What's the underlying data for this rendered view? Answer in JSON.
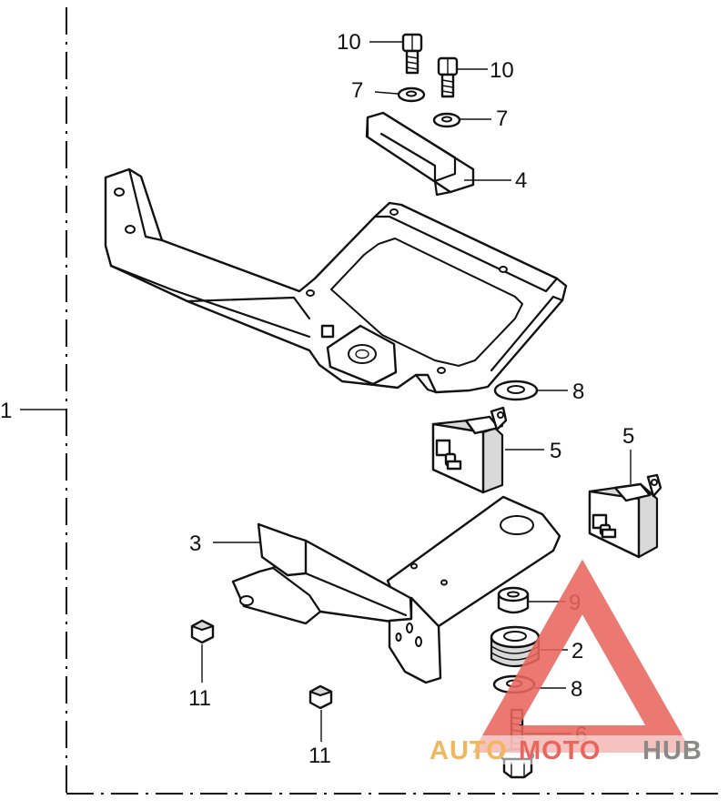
{
  "callouts": {
    "c1": "1",
    "c10a": "10",
    "c10b": "10",
    "c7a": "7",
    "c7b": "7",
    "c4": "4",
    "c8a": "8",
    "c5a": "5",
    "c5b": "5",
    "c3": "3",
    "c9": "9",
    "c2": "2",
    "c8b": "8",
    "c6": "6",
    "c11a": "11",
    "c11b": "11"
  },
  "watermark": {
    "part1": "AUTO",
    "part2": "MOTO",
    "part3": "HUB",
    "color_orange": "#f2b65c",
    "color_red": "#e8665d",
    "color_grey": "#8a8a8a"
  }
}
